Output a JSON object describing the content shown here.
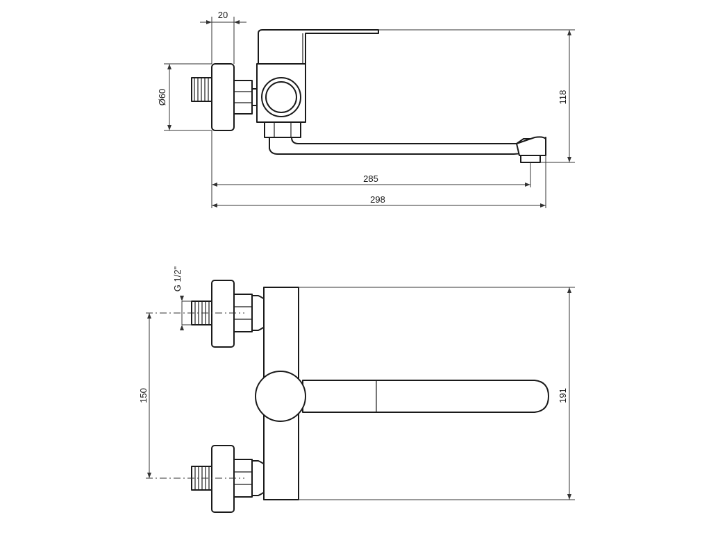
{
  "dimensions": {
    "wall_plate_depth": "20",
    "wall_plate_diameter": "Ø60",
    "height": "118",
    "reach": "285",
    "overall_length": "298",
    "thread": "G 1/2\"",
    "inlet_spacing": "150",
    "depth": "191"
  }
}
